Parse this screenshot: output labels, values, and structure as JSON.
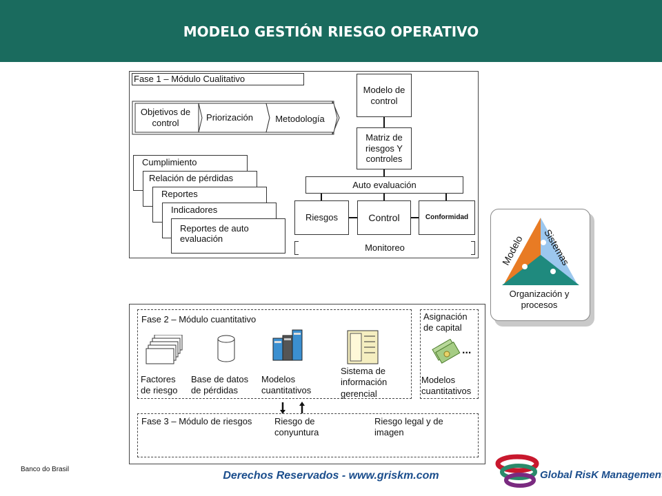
{
  "header": {
    "title": "MODELO GESTIÓN RIESGO OPERATIVO"
  },
  "phase1": {
    "title": "Fase 1 – Módulo Cualitativo",
    "steps": [
      "Objetivos de control",
      "Priorización",
      "Metodología"
    ],
    "stack": [
      "Cumplimiento",
      "Relación de pérdidas",
      "Reportes",
      "Indicadores",
      "Reportes de auto evaluación"
    ],
    "control_model": "Modelo de control",
    "matrix": "Matriz de riesgos Y controles",
    "self_eval": "Auto evaluación",
    "bottom": [
      "Riesgos",
      "Control",
      "Conformidad"
    ],
    "monitoring": "Monitoreo"
  },
  "triangle": {
    "left": "Modelo",
    "right": "Sistemas",
    "bottom": "Organización y procesos",
    "colors": {
      "left": "#e87b24",
      "right": "#9cc7ee",
      "bottom": "#1f8a7e"
    }
  },
  "phase2": {
    "title": "Fase 2 – Módulo cuantitativo",
    "items": [
      "Factores de riesgo",
      "Base de datos de pérdidas",
      "Modelos cuantitativos",
      "Sistema de información gerencial"
    ],
    "capital_title": "Asignación de capital",
    "capital_models": "Modelos cuantitativos",
    "ellipsis": "..."
  },
  "phase3": {
    "title": "Fase 3 – Módulo de riesgos",
    "items": [
      "Riesgo de conyuntura",
      "Riesgo legal y de imagen"
    ]
  },
  "footer": {
    "left": "Banco do Brasil",
    "center": "Derechos Reservados - www.griskm.com",
    "logo": "Global RisK Management"
  }
}
